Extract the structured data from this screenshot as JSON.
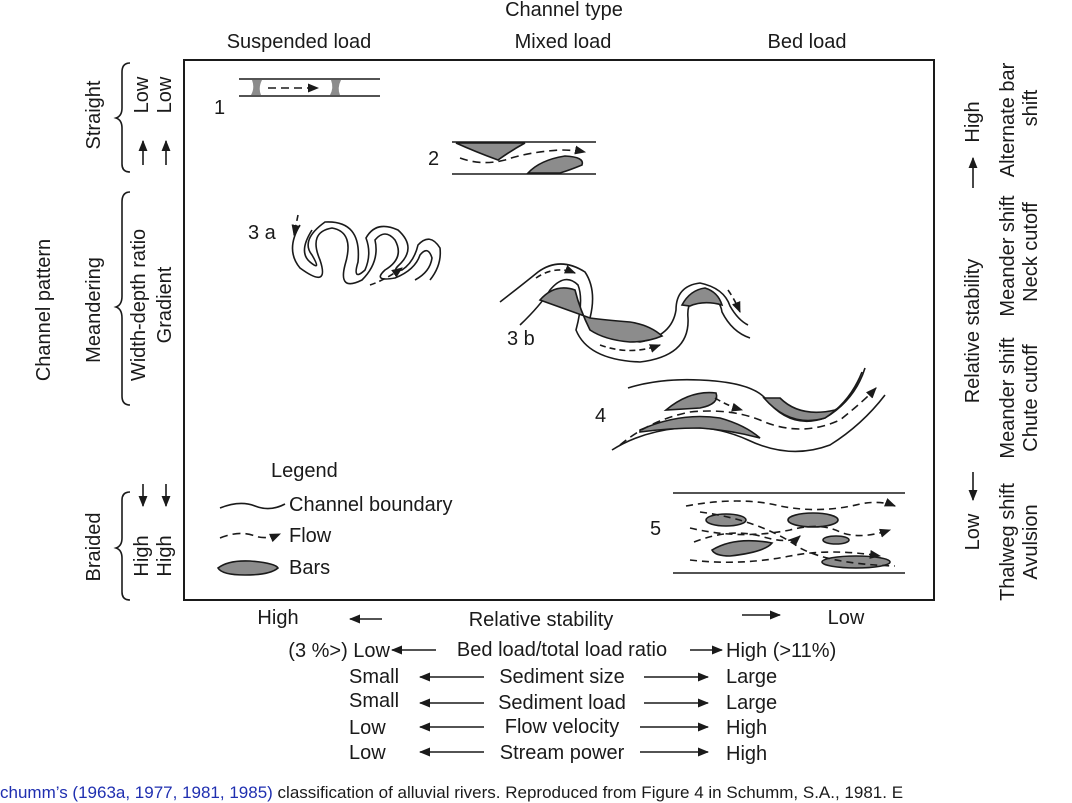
{
  "colors": {
    "bar_fill": "#8c8c8c",
    "line": "#1a1a1a",
    "link": "#1f2fb0"
  },
  "header": {
    "channel_type": "Channel type",
    "suspended": "Suspended load",
    "mixed": "Mixed load",
    "bed": "Bed load"
  },
  "left": {
    "channel_pattern": "Channel pattern",
    "straight": "Straight",
    "meandering": "Meandering",
    "braided": "Braided",
    "low1": "Low",
    "low2": "Low",
    "high1": "High",
    "high2": "High",
    "width_depth": "Width-depth ratio",
    "gradient": "Gradient"
  },
  "labels": {
    "n1": "1",
    "n2": "2",
    "n3a": "3 a",
    "n3b": "3 b",
    "n4": "4",
    "n5": "5"
  },
  "legend": {
    "title": "Legend",
    "boundary": "Channel boundary",
    "flow": "Flow",
    "bars": "Bars"
  },
  "right": {
    "col1_high": "High",
    "col1_rel": "Relative stability",
    "col1_low": "Low",
    "alt_bar": "Alternate bar",
    "shift": "shift",
    "meander_shift1": "Meander shift",
    "neck_cutoff": "Neck cutoff",
    "meander_shift2": "Meander shift",
    "chute_cutoff": "Chute cutoff",
    "thalweg_shift": "Thalweg shift",
    "avulsion": "Avulsion"
  },
  "bottom": {
    "high": "High",
    "rel_stab": "Relative stability",
    "low": "Low",
    "r1_left": "(3 %>) Low",
    "r1_mid": "Bed load/total load ratio",
    "r1_right": "High (>11%)",
    "r2_left": "Small",
    "r2_mid": "Sediment size",
    "r2_right": "Large",
    "r3_left": "Small",
    "r3_mid": "Sediment load",
    "r3_right": "Large",
    "r4_left": "Low",
    "r4_mid": "Flow velocity",
    "r4_right": "High",
    "r5_left": "Low",
    "r5_mid": "Stream power",
    "r5_right": "High"
  },
  "caption": {
    "link": "chumm’s (1963a, 1977, 1981, 1985)",
    "text": " classification of alluvial rivers. Reproduced from Figure 4 in Schumm, S.A., 1981. E"
  }
}
